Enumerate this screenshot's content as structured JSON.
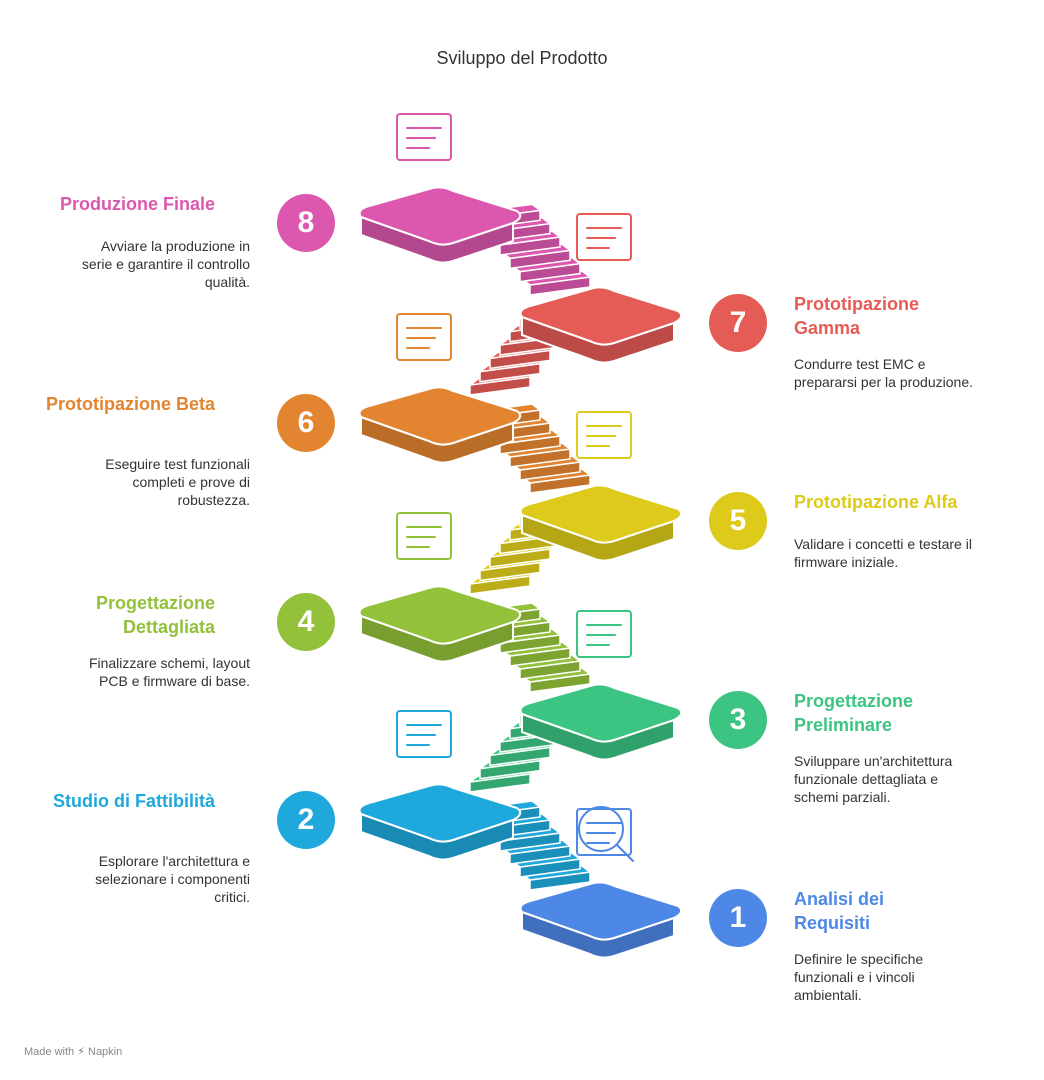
{
  "title": "Sviluppo del Prodotto",
  "footer": {
    "made_with": "Made with",
    "brand": "Napkin"
  },
  "steps": [
    {
      "number": "1",
      "title": "Analisi dei Requisiti",
      "desc": "Definire le specifiche funzionali e i vincoli ambientali.",
      "color": "#4E88E6",
      "icon": "document-search-icon"
    },
    {
      "number": "2",
      "title": "Studio di Fattibilità",
      "desc": "Esplorare l'architettura e selezionare i componenti critici.",
      "color": "#1FA8DB",
      "icon": "circuit-idea-icon"
    },
    {
      "number": "3",
      "title": "Progettazione Preliminare",
      "desc": "Sviluppare un'architettura funzionale dettagliata e schemi parziali.",
      "color": "#3CC483",
      "icon": "blueprint-pencil-icon"
    },
    {
      "number": "4",
      "title": "Progettazione Dettagliata",
      "desc": "Finalizzare schemi, layout PCB e firmware di base.",
      "color": "#93C13A",
      "icon": "engineer-monitor-icon"
    },
    {
      "number": "5",
      "title": "Prototipazione Alfa",
      "desc": "Validare i concetti e testare il firmware iniziale.",
      "color": "#DDCA1B",
      "icon": "floor-plan-icon"
    },
    {
      "number": "6",
      "title": "Prototipazione Beta",
      "desc": "Eseguire test funzionali completi e prove di robustezza.",
      "color": "#E38530",
      "icon": "control-panel-icon"
    },
    {
      "number": "7",
      "title": "Prototipazione Gamma",
      "desc": "Condurre test EMC e prepararsi per la produzione.",
      "color": "#E55B56",
      "icon": "package-prototype-icon"
    },
    {
      "number": "8",
      "title": "Produzione Finale",
      "desc": "Avviare la produzione in serie e garantire il controllo qualità.",
      "color": "#DC58AE",
      "icon": "production-line-icon"
    }
  ]
}
